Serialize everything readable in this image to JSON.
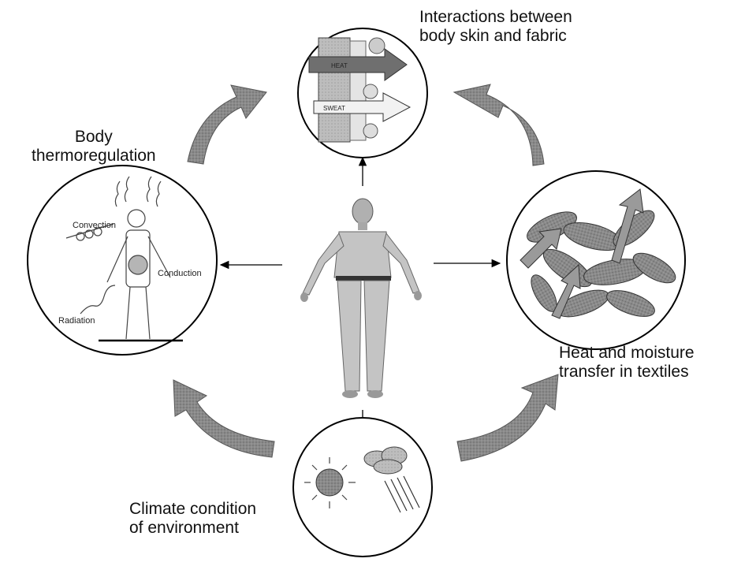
{
  "labels": {
    "interactions": [
      "Interactions between",
      "body skin and fabric"
    ],
    "thermoregulation": [
      "Body",
      "thermoregulation"
    ],
    "transfer": [
      "Heat and moisture",
      "transfer in textiles"
    ],
    "climate": [
      "Climate condition",
      "of environment"
    ]
  },
  "body_circle": {
    "convection": "Convection",
    "conduction": "Conduction",
    "radiation": "Radiation"
  },
  "skin_fabric_circle": {
    "heat": "HEAT",
    "sweat": "SWEAT"
  },
  "colors": {
    "cycle_arrow": "#7e7e7e",
    "heat_arrow": "#9a9a9a",
    "line": "#000000"
  }
}
